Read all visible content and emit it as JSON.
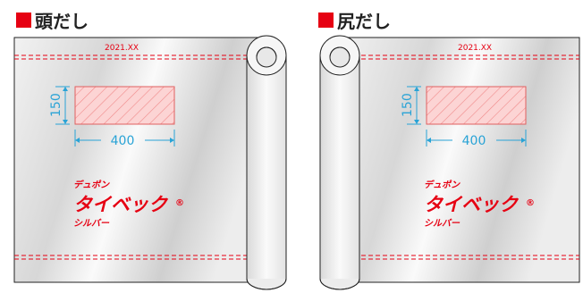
{
  "panels": [
    {
      "heading": "頭だし",
      "year": "2021.XX",
      "height_label": "150",
      "width_label": "400",
      "logo": {
        "top": "デュポン",
        "main": "タイベック",
        "bottom": "シルバー",
        "mark": "®"
      }
    },
    {
      "heading": "尻だし",
      "year": "2021.XX",
      "height_label": "150",
      "width_label": "400",
      "logo": {
        "top": "デュポン",
        "main": "タイベック",
        "bottom": "シルバー",
        "mark": "®"
      }
    }
  ],
  "colors": {
    "accent_red": "#e60012",
    "dimension_blue": "#29a3d6",
    "hatch_fill": "#fcd4d4"
  }
}
